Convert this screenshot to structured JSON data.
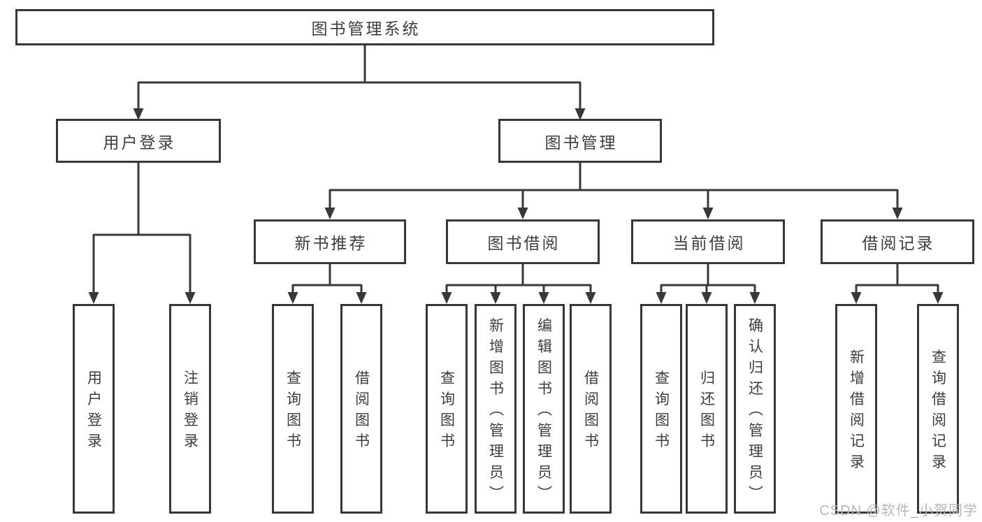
{
  "tree": {
    "label": "图书管理系统",
    "children": [
      {
        "label": "用户登录",
        "children": [
          {
            "label": "用户登录"
          },
          {
            "label": "注销登录"
          }
        ]
      },
      {
        "label": "图书管理",
        "children": [
          {
            "label": "新书推荐",
            "children": [
              {
                "label": "查询图书"
              },
              {
                "label": "借阅图书"
              }
            ]
          },
          {
            "label": "图书借阅",
            "children": [
              {
                "label": "查询图书"
              },
              {
                "label": "新增图书（管理员）"
              },
              {
                "label": "编辑图书（管理员）"
              },
              {
                "label": "借阅图书"
              }
            ]
          },
          {
            "label": "当前借阅",
            "children": [
              {
                "label": "查询图书"
              },
              {
                "label": "归还图书"
              },
              {
                "label": "确认归还（管理员）"
              }
            ]
          },
          {
            "label": "借阅记录",
            "children": [
              {
                "label": "新增借阅记录"
              },
              {
                "label": "查询借阅记录"
              }
            ]
          }
        ]
      }
    ]
  },
  "watermark": {
    "text": "CSDN @软件_小贺同学"
  },
  "colors": {
    "line": "#383838",
    "border": "#373737",
    "text": "#3d3d3d",
    "watermark": "#b7b7b7",
    "background": "#ffffff"
  }
}
